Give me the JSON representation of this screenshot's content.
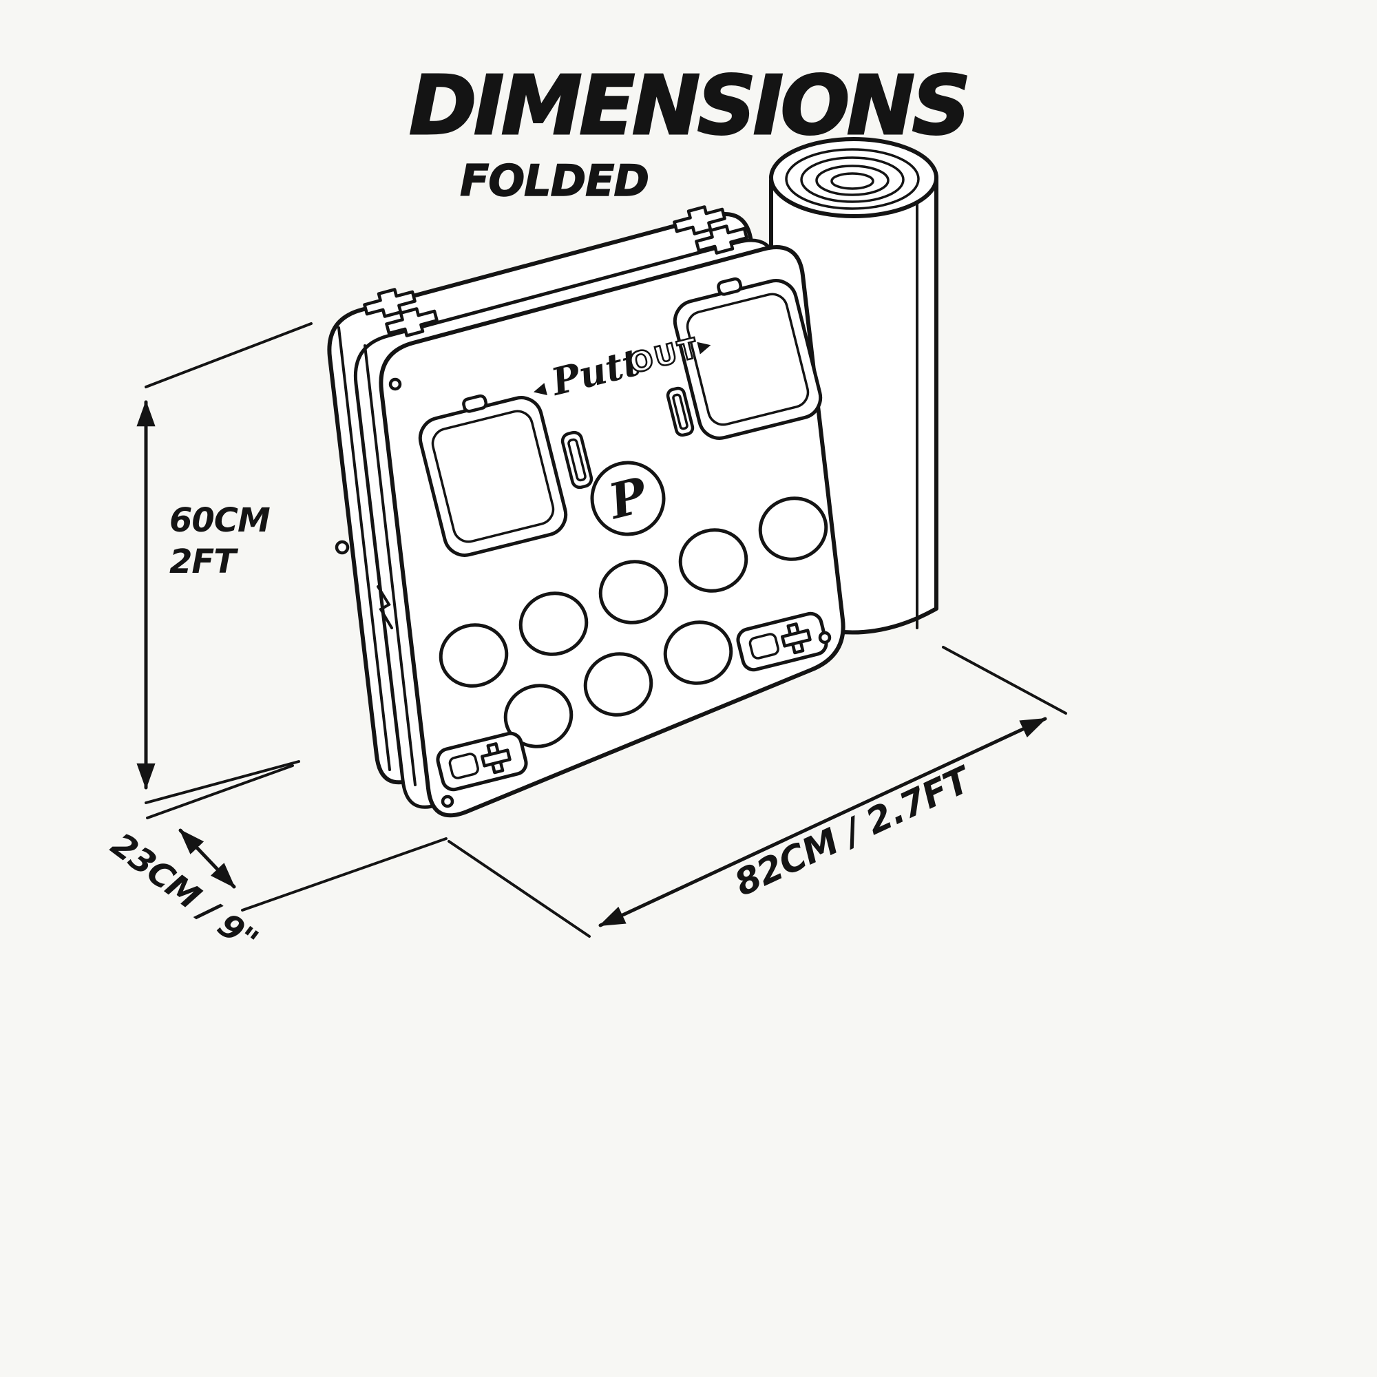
{
  "header": {
    "title": "DIMENSIONS",
    "subtitle": "FOLDED"
  },
  "product": {
    "brand_script": "Putt",
    "brand_caps": "OUT",
    "monogram": "P"
  },
  "icons": {
    "brand_arrow_left": "◀",
    "brand_arrow_right": "▶"
  },
  "dimensions": {
    "height_metric": "60CM",
    "height_imperial": "2FT",
    "depth_label": "23CM / 9\"",
    "width_label": "82CM / 2.7FT"
  },
  "colors": {
    "background": "#f7f7f4",
    "line": "#141414",
    "fill": "#ffffff"
  }
}
